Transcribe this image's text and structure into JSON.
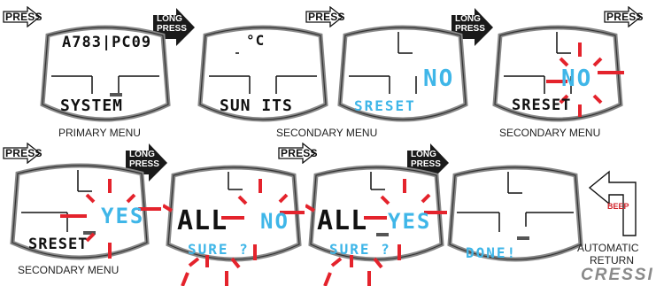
{
  "labels": {
    "press": "PRESS",
    "long_press_line1": "LONG",
    "long_press_line2": "PRESS",
    "beep": "BEEP"
  },
  "captions": {
    "primary_menu": "PRIMARY MENU",
    "secondary_menu_1": "SECONDARY MENU",
    "secondary_menu_2": "SECONDARY MENU",
    "secondary_menu_3": "SECONDARY MENU",
    "automatic_return_line1": "AUTOMATIC",
    "automatic_return_line2": "RETURN"
  },
  "screens": {
    "s1": {
      "top": "A783|PC09",
      "bottom": "SYSTEM"
    },
    "s2": {
      "top": "°C",
      "bottom": "SUN ITS"
    },
    "s3": {
      "bottom": "SRESET",
      "value": "NO"
    },
    "s4": {
      "bottom": "SRESET",
      "value": "NO"
    },
    "s5": {
      "bottom": "SRESET",
      "value": "YES"
    },
    "s6": {
      "left": "ALL",
      "value": "NO",
      "prompt": "SURE ?"
    },
    "s7": {
      "left": "ALL",
      "value": "YES",
      "prompt": "SURE ?"
    },
    "s8": {
      "value": "DONE!"
    }
  },
  "brand": "CRESSI",
  "colors": {
    "lcd_blue": "#3fb6e8",
    "flash_red": "#e4232c",
    "arrow_black": "#1a1a1a"
  }
}
